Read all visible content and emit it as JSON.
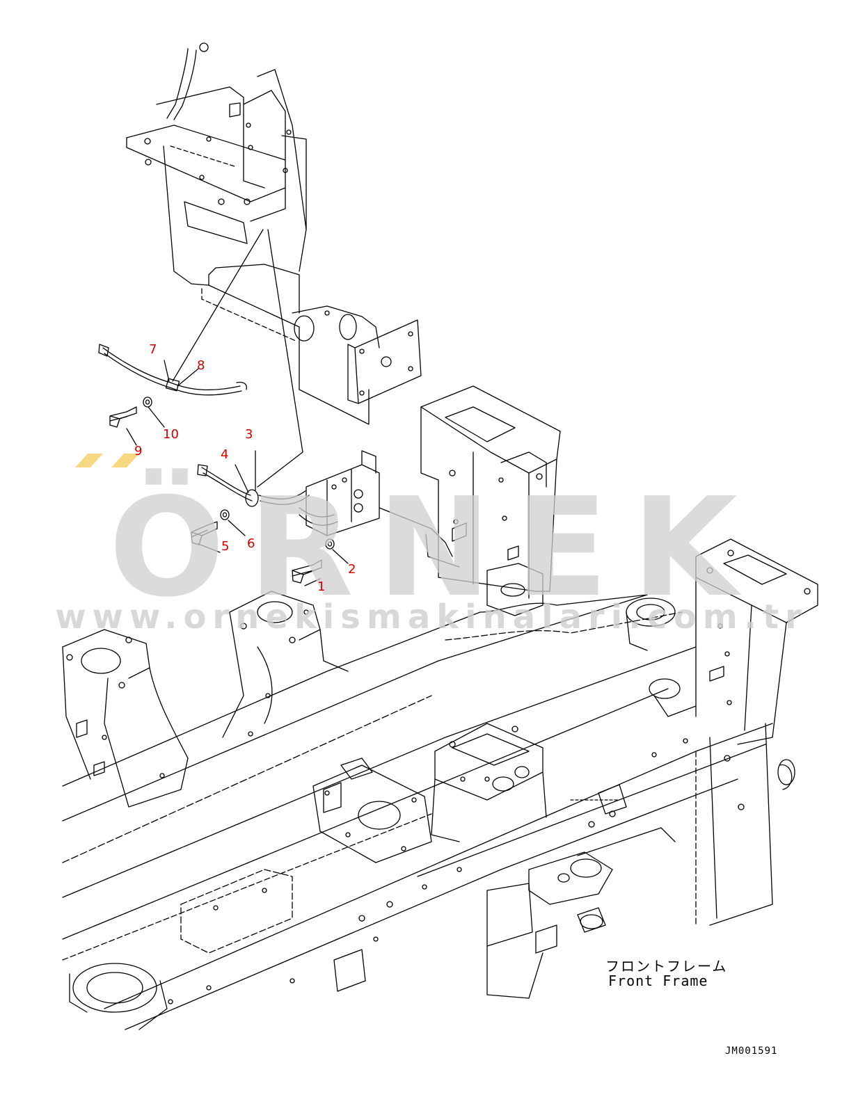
{
  "watermark": {
    "brand": "ÖRNEK",
    "url": "www.ornekismakinalari.com.tr",
    "accent_color": "#f5d16b",
    "text_color": "#cfcfcf"
  },
  "callouts": [
    {
      "label": "1"
    },
    {
      "label": "2"
    },
    {
      "label": "3"
    },
    {
      "label": "4"
    },
    {
      "label": "5"
    },
    {
      "label": "6"
    },
    {
      "label": "7"
    },
    {
      "label": "8"
    },
    {
      "label": "9"
    },
    {
      "label": "10"
    }
  ],
  "callout_color": "#d40000",
  "caption": {
    "japanese": "フロントフレーム",
    "english": "Front Frame"
  },
  "drawing_id": "JM001591"
}
